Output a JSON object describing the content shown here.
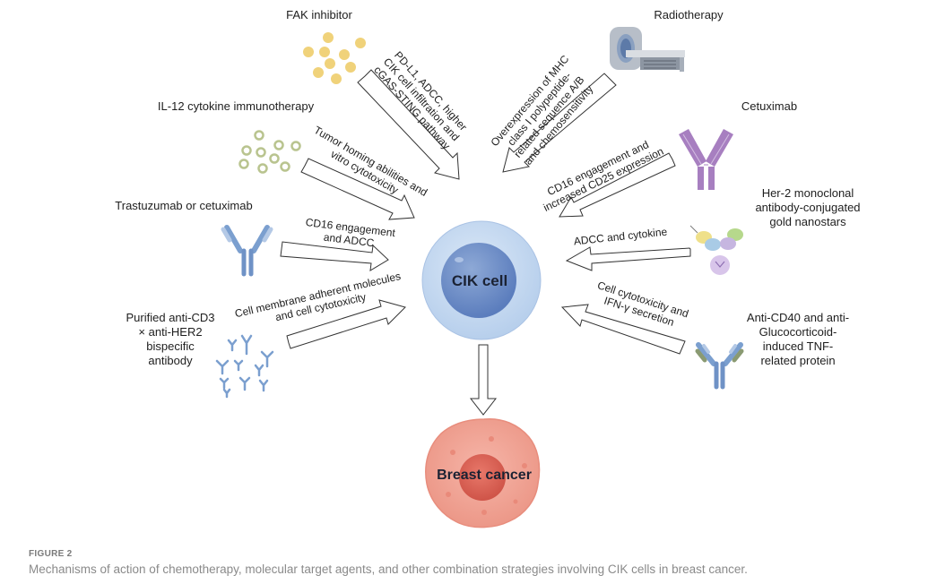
{
  "figure": {
    "label": "FIGURE 2",
    "caption": "Mechanisms of action of chemotherapy, molecular target agents, and other combination strategies involving CIK cells in breast cancer."
  },
  "center": {
    "cik_cell": "CIK cell",
    "target": "Breast cancer"
  },
  "agents": {
    "fak": "FAK inhibitor",
    "il12": "IL-12 cytokine immunotherapy",
    "trastuzumab": "Trastuzumab or cetuximab",
    "bispecific": [
      "Purified anti-CD3",
      "× anti-HER2",
      "bispecific",
      "antibody"
    ],
    "radiotherapy": "Radiotherapy",
    "cetuximab": "Cetuximab",
    "her2_nanostars": [
      "Her-2 monoclonal",
      "antibody-conjugated",
      "gold nanostars"
    ],
    "anti_cd40": [
      "Anti-CD40 and anti-",
      "Glucocorticoid-",
      "induced TNF-",
      "related protein"
    ]
  },
  "mechanisms": {
    "fak": [
      "PD-L1, ADCC, higher",
      "CIK cell infiltration and",
      "cGAS-STING pathway"
    ],
    "il12": [
      "Tumor homing abilities and",
      "vitro cytotoxicity"
    ],
    "trastuzumab": [
      "CD16 engagement",
      "and ADCC"
    ],
    "bispecific": [
      "Cell membrane adherent molecules",
      "and cell cytotoxicity"
    ],
    "radiotherapy": [
      "Overexpression of MHC",
      "class I polypeptide-",
      "related sequence A/B",
      "and chemosensitivity"
    ],
    "cetuximab": [
      "CD16 engagement and",
      "increased CD25 expression"
    ],
    "her2_nanostars": [
      "ADCC and cytokine"
    ],
    "anti_cd40": [
      "Cell cytotoxicity and",
      "IFN-γ secretion"
    ]
  },
  "colors": {
    "cik_outer": "#c5d9f0",
    "cik_inner": "#6f8fc6",
    "cancer_outer": "#f3a89a",
    "cancer_inner": "#e0665a",
    "fak_dots": "#f0d27a",
    "il12_rings": "#b9c48f",
    "antibody_blue": "#7b9fcf",
    "antibody_purple": "#a77fc0"
  }
}
